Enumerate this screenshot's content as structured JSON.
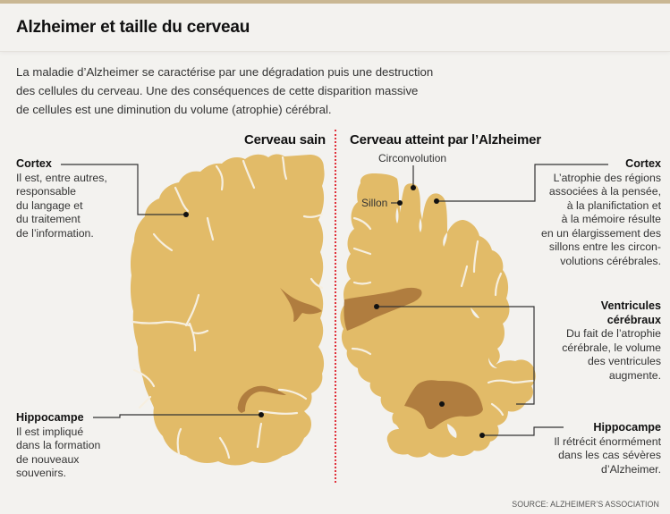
{
  "header": {
    "title": "Alzheimer et taille du cerveau"
  },
  "intro": {
    "lines": [
      "La maladie d’Alzheimer se caractérise par une dégradation puis une destruction",
      "des cellules du cerveau. Une des conséquences de cette disparition massive",
      "de cellules est une diminution du volume (atrophie) cérébral."
    ]
  },
  "healthy": {
    "title": "Cerveau sain",
    "cortex": {
      "heading": "Cortex",
      "lines": [
        "Il est, entre autres,",
        "responsable",
        "du langage et",
        "du traitement",
        "de l’information."
      ]
    },
    "hippocampus": {
      "heading": "Hippocampe",
      "lines": [
        "Il est impliqué",
        "dans la formation",
        "de nouveaux",
        "souvenirs."
      ]
    }
  },
  "alzheimer": {
    "title": "Cerveau atteint par l’Alzheimer",
    "circonvolution_label": "Circonvolution",
    "sillon_label": "Sillon",
    "cortex": {
      "heading": "Cortex",
      "lines": [
        "L’atrophie des régions",
        "associées à la pensée,",
        "à la planifictation et",
        "à la mémoire résulte",
        "en un élargissement des",
        "sillons entre les circon-",
        "volutions cérébrales."
      ]
    },
    "ventricles": {
      "heading_lines": [
        "Ventricules",
        "cérébraux"
      ],
      "lines": [
        "Du fait de l’atrophie",
        "cérébrale, le volume",
        "des ventricules",
        "augmente."
      ]
    },
    "hippocampus": {
      "heading": "Hippocampe",
      "lines": [
        "Il rétrécit énormément",
        "dans les cas sévères",
        "d’Alzheimer."
      ]
    }
  },
  "colors": {
    "background": "#f3f2ef",
    "brain_tissue": "#e2bb68",
    "ventricle": "#b07d3f",
    "divider": "#e0303a",
    "leader_line": "#333333",
    "top_rule": "#c9b793"
  },
  "source": "SOURCE: ALZHEIMER’S ASSOCIATION"
}
